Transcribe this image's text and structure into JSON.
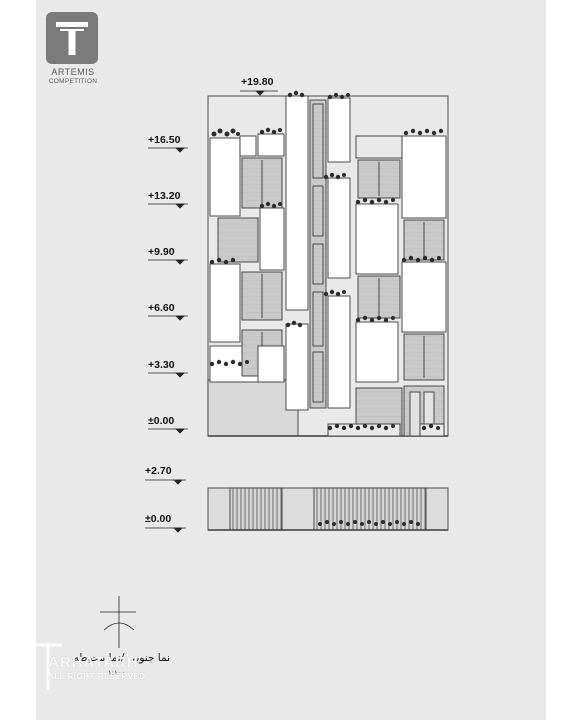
{
  "logo": {
    "name": "ARTEMIS",
    "subtitle": "COMPETITION"
  },
  "elevation_levels": [
    "+19.80",
    "+16.50",
    "+13.20",
    "+9.90",
    "+6.60",
    "+3.30",
    "±0.00"
  ],
  "wall_levels": [
    "+2.70",
    "±0.00"
  ],
  "caption": {
    "title": "نما جنوبی /نما محوطه",
    "scale": "١:١٠٠"
  },
  "watermark": {
    "brand": "ARHATARH",
    "rights": "ALL RIGHT RESERVED"
  },
  "colors": {
    "sheet": "#e9e9e9",
    "line": "#3a3a3a",
    "glass": "#ffffff",
    "panel": "#c8c8c8",
    "plant": "#2c2c2c"
  }
}
